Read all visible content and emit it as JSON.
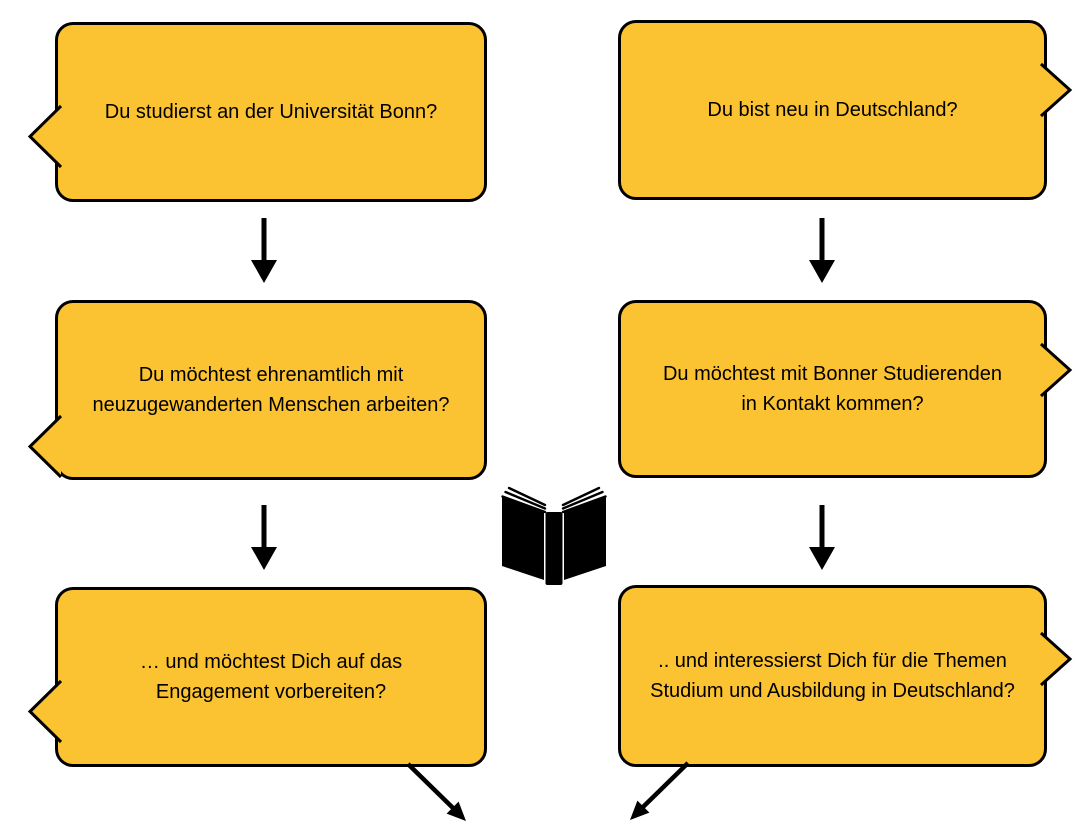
{
  "bubbles": {
    "left1": {
      "lines": [
        "Du studierst an der Universität Bonn?"
      ]
    },
    "left2": {
      "lines": [
        "Du möchtest ehrenamtlich mit",
        "neuzugewanderten Menschen arbeiten?"
      ]
    },
    "left3": {
      "lines": [
        "… und möchtest Dich auf das",
        "Engagement vorbereiten?"
      ]
    },
    "right1": {
      "lines": [
        "Du bist neu in Deutschland?"
      ]
    },
    "right2": {
      "lines": [
        "Du möchtest mit Bonner Studierenden",
        "in Kontakt kommen?"
      ]
    },
    "right3": {
      "lines": [
        ".. und interessierst Dich für die Themen",
        "Studium und Ausbildung in Deutschland?"
      ]
    }
  },
  "icons": {
    "center_icon": "open-book-icon",
    "connector_icons": [
      "arrow-down-icon",
      "arrow-diagonal-icon"
    ]
  },
  "colors": {
    "bubble_fill": "#FBC232",
    "outline": "#000000",
    "background": "#FFFFFF"
  }
}
